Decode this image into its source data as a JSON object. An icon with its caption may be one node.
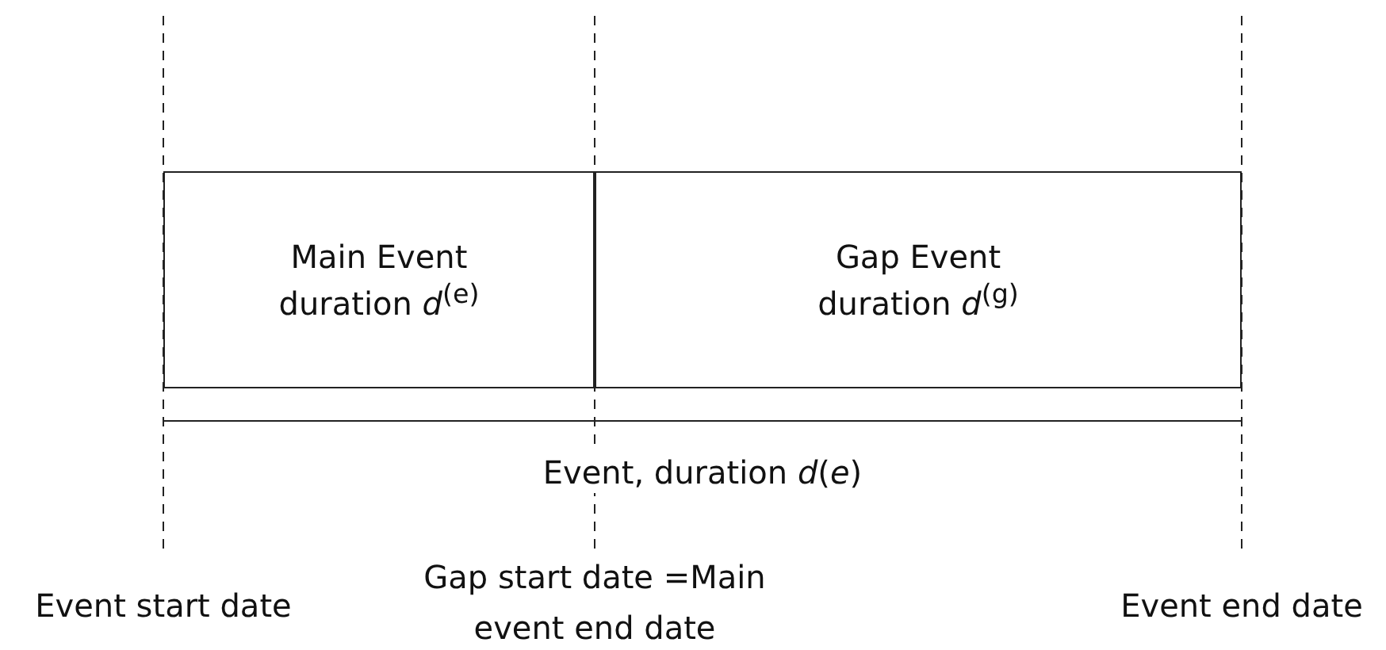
{
  "diagram": {
    "nodes": [
      {
        "text": [
          "Main Event duration *d*$^{(e)}$"
        ]
      },
      {
        "text": [
          "Gap Event duration *d*$^{(g)}$"
        ]
      },
      {
        "text": [
          "Event, duration *d*(*e*)"
        ]
      }
    ],
    "labels": [
      "Event start date",
      "Gap start date =Main event end date",
      "Event end date"
    ]
  }
}
